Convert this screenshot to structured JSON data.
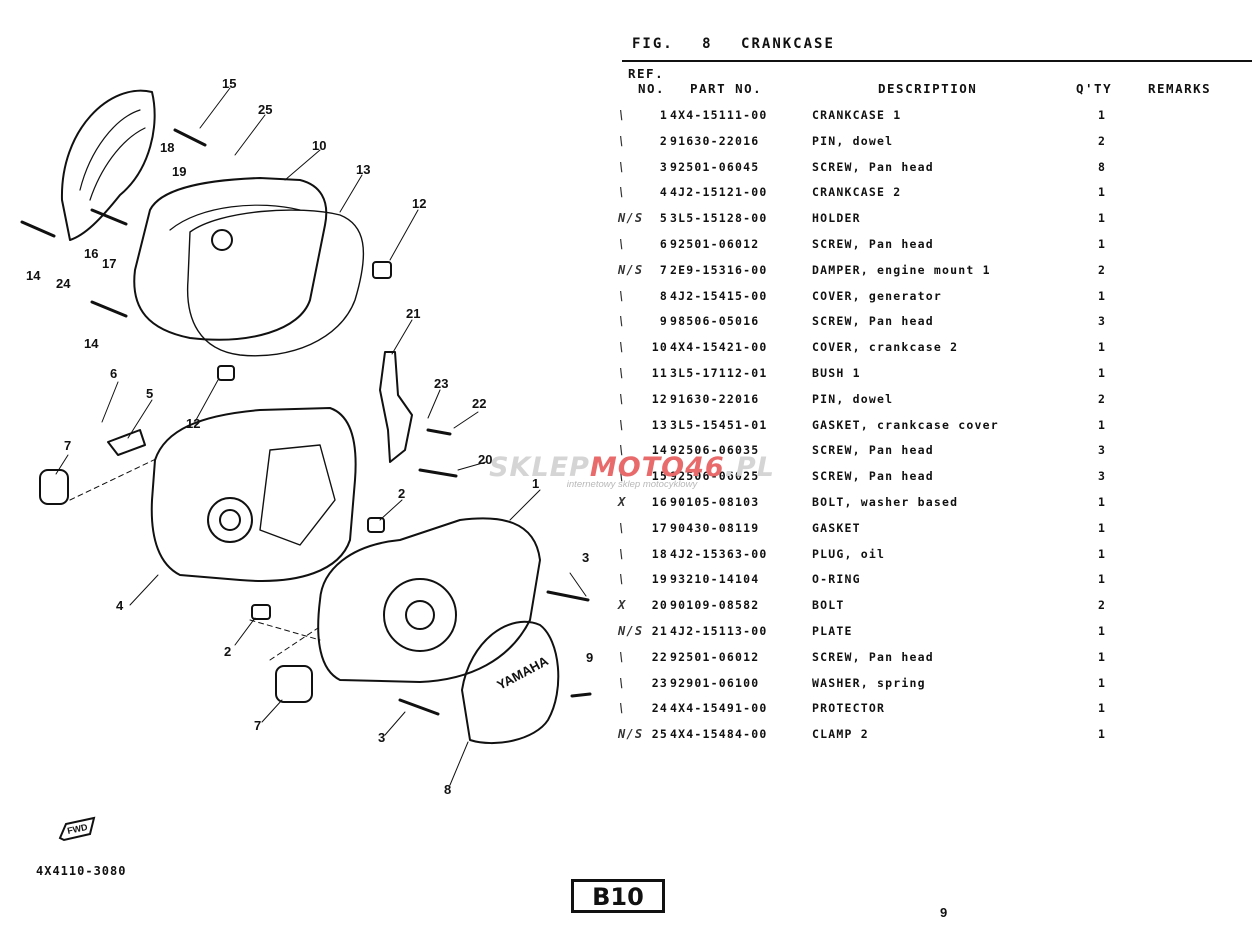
{
  "figure": {
    "label": "FIG.",
    "number": "8",
    "title": "CRANKCASE"
  },
  "table": {
    "headers": {
      "ref": "REF.",
      "no": "NO.",
      "part": "PART NO.",
      "description": "DESCRIPTION",
      "qty": "Q'TY",
      "remarks": "REMARKS"
    },
    "rows": [
      {
        "mark": "\\",
        "ref": "1",
        "part": "4X4-15111-00",
        "desc": "CRANKCASE 1",
        "qty": "1"
      },
      {
        "mark": "\\",
        "ref": "2",
        "part": "91630-22016",
        "desc": "PIN, dowel",
        "qty": "2"
      },
      {
        "mark": "\\",
        "ref": "3",
        "part": "92501-06045",
        "desc": "SCREW, Pan head",
        "qty": "8"
      },
      {
        "mark": "\\",
        "ref": "4",
        "part": "4J2-15121-00",
        "desc": "CRANKCASE 2",
        "qty": "1"
      },
      {
        "mark": "N/S",
        "ref": "5",
        "part": "3L5-15128-00",
        "desc": "HOLDER",
        "qty": "1"
      },
      {
        "mark": "\\",
        "ref": "6",
        "part": "92501-06012",
        "desc": "SCREW, Pan head",
        "qty": "1"
      },
      {
        "mark": "N/S",
        "ref": "7",
        "part": "2E9-15316-00",
        "desc": "DAMPER, engine mount 1",
        "qty": "2"
      },
      {
        "mark": "\\",
        "ref": "8",
        "part": "4J2-15415-00",
        "desc": "COVER, generator",
        "qty": "1"
      },
      {
        "mark": "\\",
        "ref": "9",
        "part": "98506-05016",
        "desc": "SCREW, Pan head",
        "qty": "3"
      },
      {
        "mark": "\\",
        "ref": "10",
        "part": "4X4-15421-00",
        "desc": "COVER, crankcase 2",
        "qty": "1"
      },
      {
        "mark": "\\",
        "ref": "11",
        "part": "3L5-17112-01",
        "desc": "BUSH 1",
        "qty": "1"
      },
      {
        "mark": "\\",
        "ref": "12",
        "part": "91630-22016",
        "desc": "PIN, dowel",
        "qty": "2"
      },
      {
        "mark": "\\",
        "ref": "13",
        "part": "3L5-15451-01",
        "desc": "GASKET, crankcase cover",
        "qty": "1"
      },
      {
        "mark": "\\",
        "ref": "14",
        "part": "92506-06035",
        "desc": "SCREW, Pan head",
        "qty": "3"
      },
      {
        "mark": "\\",
        "ref": "15",
        "part": "92506-06025",
        "desc": "SCREW, Pan head",
        "qty": "3"
      },
      {
        "mark": "X",
        "ref": "16",
        "part": "90105-08103",
        "desc": "BOLT, washer based",
        "qty": "1"
      },
      {
        "mark": "\\",
        "ref": "17",
        "part": "90430-08119",
        "desc": "GASKET",
        "qty": "1"
      },
      {
        "mark": "\\",
        "ref": "18",
        "part": "4J2-15363-00",
        "desc": "PLUG, oil",
        "qty": "1"
      },
      {
        "mark": "\\",
        "ref": "19",
        "part": "93210-14104",
        "desc": "O-RING",
        "qty": "1"
      },
      {
        "mark": "X",
        "ref": "20",
        "part": "90109-08582",
        "desc": "BOLT",
        "qty": "2"
      },
      {
        "mark": "N/S",
        "ref": "21",
        "part": "4J2-15113-00",
        "desc": "PLATE",
        "qty": "1"
      },
      {
        "mark": "\\",
        "ref": "22",
        "part": "92501-06012",
        "desc": "SCREW, Pan head",
        "qty": "1"
      },
      {
        "mark": "\\",
        "ref": "23",
        "part": "92901-06100",
        "desc": "WASHER, spring",
        "qty": "1"
      },
      {
        "mark": "\\",
        "ref": "24",
        "part": "4X4-15491-00",
        "desc": "PROTECTOR",
        "qty": "1"
      },
      {
        "mark": "N/S",
        "ref": "25",
        "part": "4X4-15484-00",
        "desc": "CLAMP 2",
        "qty": "1"
      }
    ]
  },
  "diagram": {
    "callouts": [
      "1",
      "2",
      "2",
      "3",
      "3",
      "4",
      "5",
      "6",
      "7",
      "7",
      "8",
      "9",
      "10",
      "12",
      "12",
      "13",
      "14",
      "14",
      "15",
      "16",
      "17",
      "18",
      "19",
      "20",
      "21",
      "22",
      "23",
      "24",
      "25"
    ],
    "brand_mark": "YAMAHA",
    "direction_mark": "FWD",
    "code": "4X4110-3080"
  },
  "watermark": {
    "main_a": "SKLEP",
    "main_b": "MOTO46",
    "main_c": ".PL",
    "sub": "internetowy sklep motocyklowy"
  },
  "footer": {
    "page_code": "B10",
    "page_number": "9"
  }
}
